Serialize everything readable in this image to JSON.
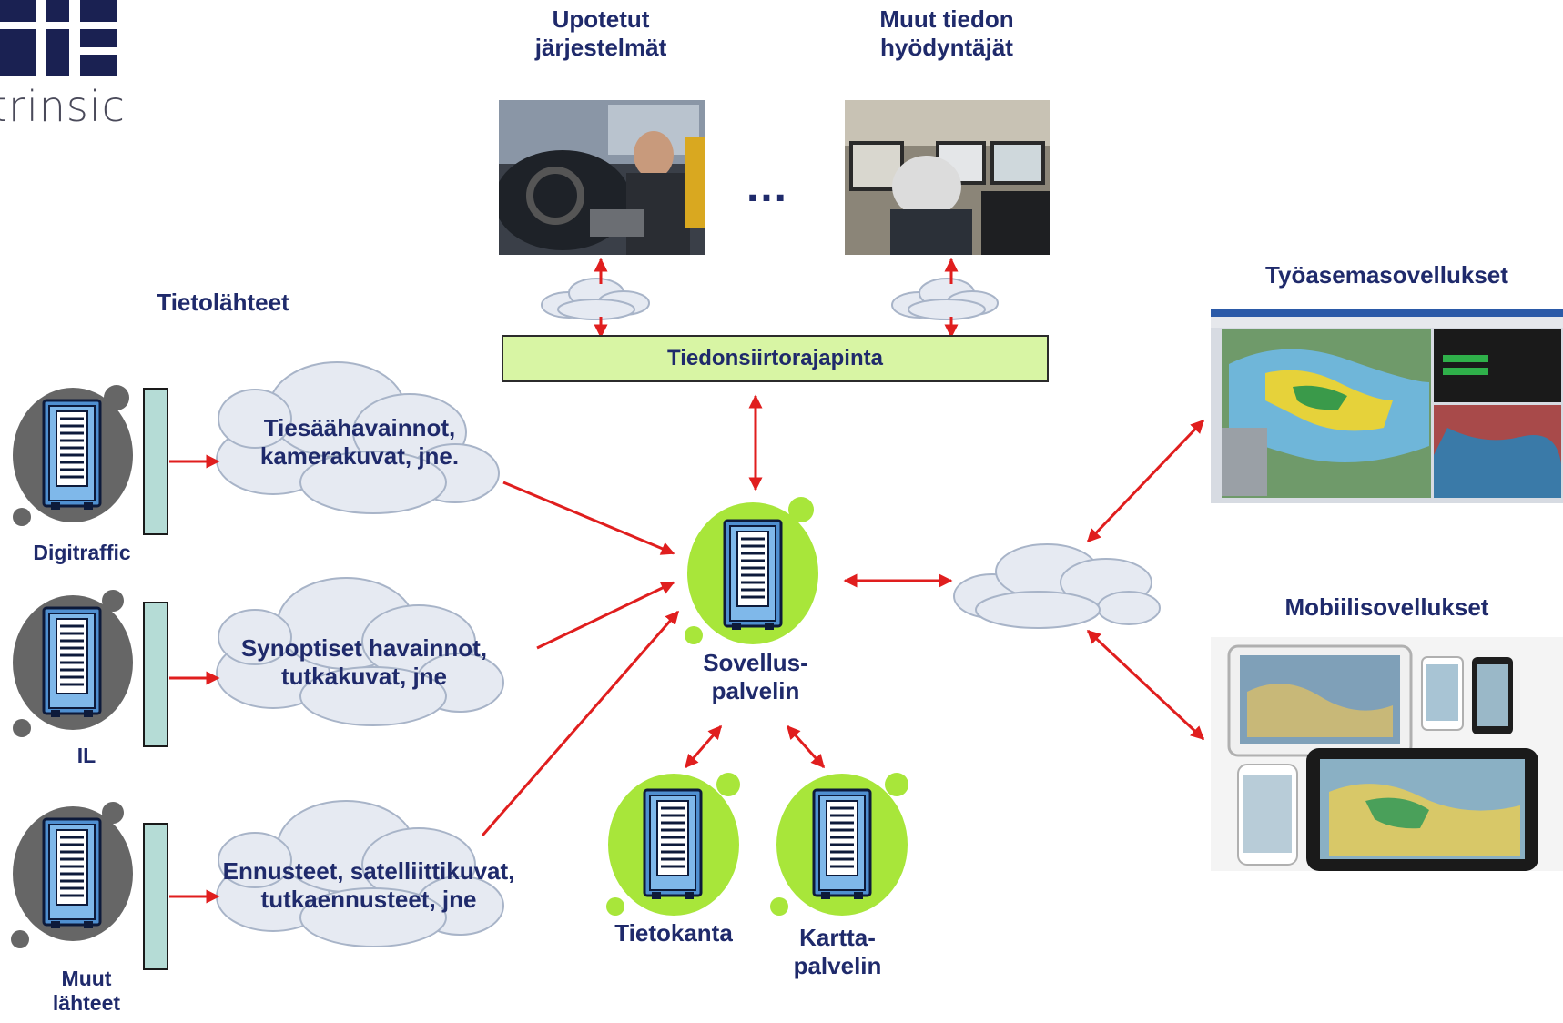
{
  "logo": {
    "text": "trinsic"
  },
  "titles": {
    "upotetut": "Upotetut\njärjestelmät",
    "muut_hyodyntajat": "Muut tiedon\nhyödyntäjät",
    "tietolahteet": "Tietolähteet",
    "tyoasema": "Työasemasovellukset",
    "mobiili": "Mobiilisovellukset"
  },
  "ellipsis": "…",
  "interface_box": "Tiedonsiirtorajapinta",
  "sources": [
    {
      "server_label": "Digitraffic",
      "cloud_text": "Tiesäähavainnot,\nkamerakuvat, jne."
    },
    {
      "server_label": "IL",
      "cloud_text": "Synoptiset havainnot,\ntutkakuvat, jne"
    },
    {
      "server_label": "Muut\nlähteet",
      "cloud_text": "Ennusteet, satelliittikuvat,\ntutkaennusteet, jne"
    }
  ],
  "servers": {
    "sovellus": "Sovellus-\npalvelin",
    "tietokanta": "Tietokanta",
    "kartta": "Kartta-\npalvelin"
  },
  "colors": {
    "text": "#1f2a6b",
    "arrow": "#e01e1e",
    "server_blob_green": "#a8e63a",
    "server_blob_gray": "#6a6a6a",
    "server_blue": "#5aa0d8",
    "interface_fill": "#d8f5a4",
    "cloud_fill": "#e6eaf2"
  }
}
